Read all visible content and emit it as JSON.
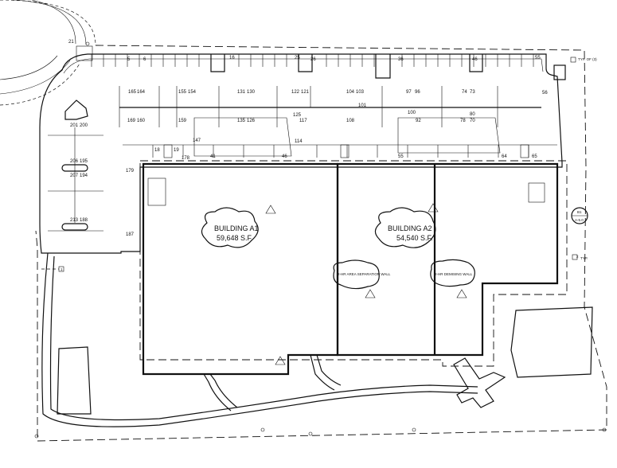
{
  "buildings": [
    {
      "name": "BUILDING A1",
      "area": "59,648 S.F."
    },
    {
      "name": "BUILDING A2",
      "area": "54,540 S.F."
    }
  ],
  "notes": {
    "wall_1": "2-HR AREA SEPARATION WALL",
    "wall_2": "2-HR DEMISING WALL"
  },
  "section_tag": {
    "number": "B1",
    "sheet": "A-5.0"
  },
  "typ_labels": {
    "top_right": "TYP. OF (3)",
    "right": "TYP."
  },
  "marker_labels": {
    "left": "1",
    "right": "2"
  },
  "stall_numbers": {
    "top_row": [
      "21",
      "5",
      "6",
      "16",
      "25",
      "26",
      "36",
      "46",
      "55"
    ],
    "island_top": [
      "165",
      "164",
      "155",
      "154",
      "131",
      "130",
      "122",
      "121",
      "104",
      "103",
      "97",
      "96",
      "74",
      "73"
    ],
    "island_mid": [
      "125",
      "101",
      "100",
      "80"
    ],
    "island_bottom": [
      "169",
      "160",
      "159",
      "135",
      "126",
      "117",
      "108",
      "92",
      "78",
      "70"
    ],
    "front_row": [
      "18",
      "19",
      "147",
      "178",
      "41",
      "46",
      "55",
      "64",
      "65"
    ],
    "left_column": [
      "201",
      "200",
      "206",
      "195",
      "207",
      "194",
      "213",
      "188"
    ],
    "other": [
      "114",
      "56",
      "179",
      "187"
    ]
  }
}
